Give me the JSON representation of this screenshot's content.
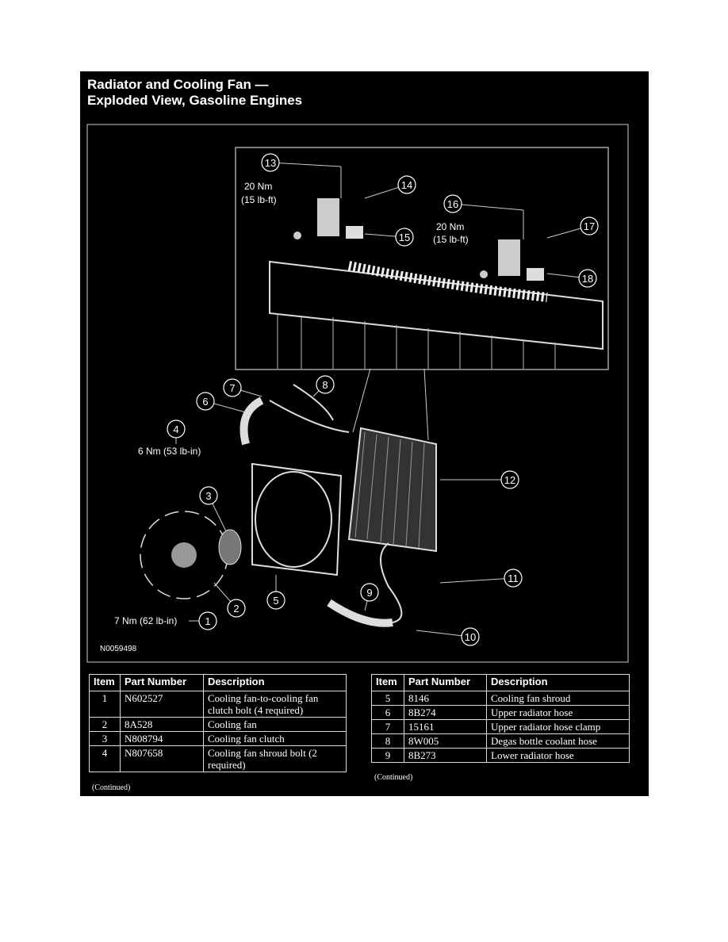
{
  "title": {
    "line1": "Radiator and Cooling Fan —",
    "line2": "Exploded View, Gasoline Engines"
  },
  "diagram": {
    "figure_id": "N0059498",
    "callouts": [
      "1",
      "2",
      "3",
      "4",
      "5",
      "6",
      "7",
      "8",
      "9",
      "10",
      "11",
      "12",
      "13",
      "14",
      "15",
      "16",
      "17",
      "18"
    ],
    "torque_labels": {
      "t13_line1": "20 Nm",
      "t13_line2": "(15 lb-ft)",
      "t16_line1": "20 Nm",
      "t16_line2": "(15 lb-ft)",
      "t4": "6 Nm (53 lb-in)",
      "t1": "7 Nm (62 lb-in)"
    }
  },
  "tables": {
    "headers": [
      "Item",
      "Part Number",
      "Description"
    ],
    "left": [
      {
        "item": "1",
        "part": "N602527",
        "desc": "Cooling fan-to-cooling fan clutch bolt (4 required)"
      },
      {
        "item": "2",
        "part": "8A528",
        "desc": "Cooling fan"
      },
      {
        "item": "3",
        "part": "N808794",
        "desc": "Cooling fan clutch"
      },
      {
        "item": "4",
        "part": "N807658",
        "desc": "Cooling fan shroud bolt (2 required)"
      }
    ],
    "right": [
      {
        "item": "5",
        "part": "8146",
        "desc": "Cooling fan shroud"
      },
      {
        "item": "6",
        "part": "8B274",
        "desc": "Upper radiator hose"
      },
      {
        "item": "7",
        "part": "15161",
        "desc": "Upper radiator hose clamp"
      },
      {
        "item": "8",
        "part": "8W005",
        "desc": "Degas bottle coolant hose"
      },
      {
        "item": "9",
        "part": "8B273",
        "desc": "Lower radiator hose"
      }
    ],
    "continued": "(Continued)"
  }
}
